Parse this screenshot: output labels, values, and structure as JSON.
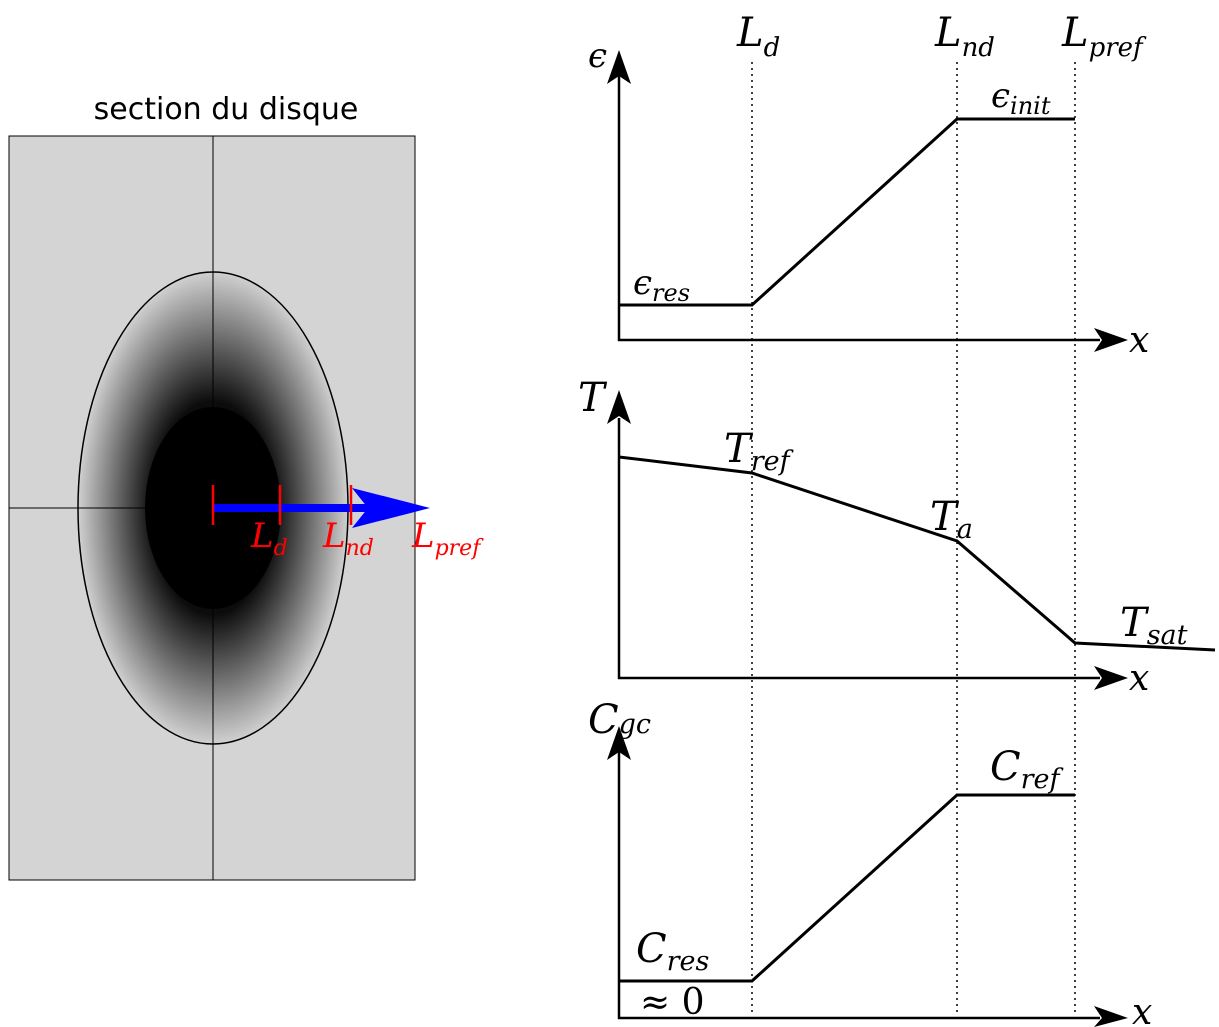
{
  "section": {
    "title": "section du disque",
    "labels": {
      "ld": {
        "main": "L",
        "sub": "d"
      },
      "lnd": {
        "main": "L",
        "sub": "nd"
      },
      "lpref": {
        "main": "L",
        "sub": "pref"
      }
    },
    "colors": {
      "background": "#d4d4d4",
      "core": "#000000",
      "arrow": "#0000ff",
      "markers": "#ff0000"
    }
  },
  "top_markers": {
    "ld": {
      "main": "L",
      "sub": "d"
    },
    "lnd": {
      "main": "L",
      "sub": "nd"
    },
    "lpref": {
      "main": "L",
      "sub": "pref"
    }
  },
  "plots": {
    "epsilon": {
      "ylabel": "ϵ",
      "xlabel": "x",
      "res": {
        "main": "ϵ",
        "sub": "res"
      },
      "init": {
        "main": "ϵ",
        "sub": "init"
      }
    },
    "temperature": {
      "ylabel": "T",
      "xlabel": "x",
      "ref": {
        "main": "T",
        "sub": "ref"
      },
      "a": {
        "main": "T",
        "sub": "a"
      },
      "sat": {
        "main": "T",
        "sub": "sat"
      }
    },
    "cgc": {
      "ylabel": {
        "main": "C",
        "sub": "gc"
      },
      "xlabel": "x",
      "ref": {
        "main": "C",
        "sub": "ref"
      },
      "res": {
        "main": "C",
        "sub": "res"
      },
      "approx": "≈ 0"
    }
  }
}
